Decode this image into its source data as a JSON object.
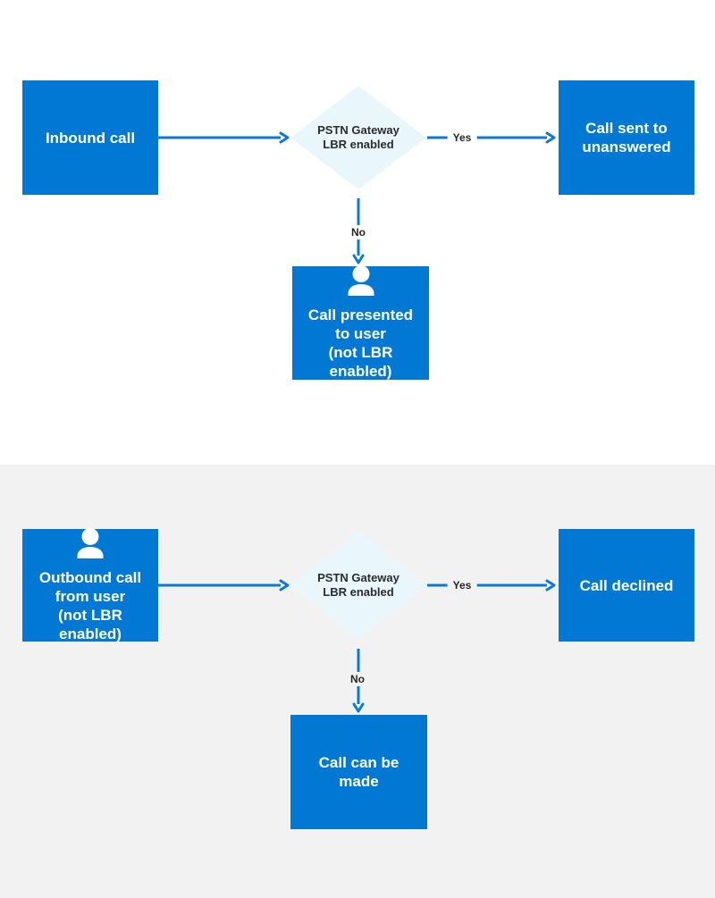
{
  "colors": {
    "node_blue": "#0078d4",
    "diamond_fill": "#e9f7fd",
    "connector_blue": "#0b79d7",
    "edge_label_text": "#262626",
    "node_text": "#ffffff",
    "decision_text": "#2b2b2b",
    "top_section_bg": "#ffffff",
    "bottom_section_bg": "#f2f2f2"
  },
  "flows": [
    {
      "start": {
        "label": "Inbound call"
      },
      "decision": {
        "label": "PSTN Gateway\nLBR enabled"
      },
      "yes_label": "Yes",
      "no_label": "No",
      "yes_result": {
        "label": "Call sent to\nunanswered"
      },
      "no_result": {
        "label": "Call presented\nto user\n(not LBR enabled)",
        "icon": "person-icon"
      }
    },
    {
      "start": {
        "label": "Outbound call\nfrom user\n(not LBR enabled)",
        "icon": "person-icon"
      },
      "decision": {
        "label": "PSTN Gateway\nLBR enabled"
      },
      "yes_label": "Yes",
      "no_label": "No",
      "yes_result": {
        "label": "Call declined"
      },
      "no_result": {
        "label": "Call can be\nmade"
      }
    }
  ]
}
